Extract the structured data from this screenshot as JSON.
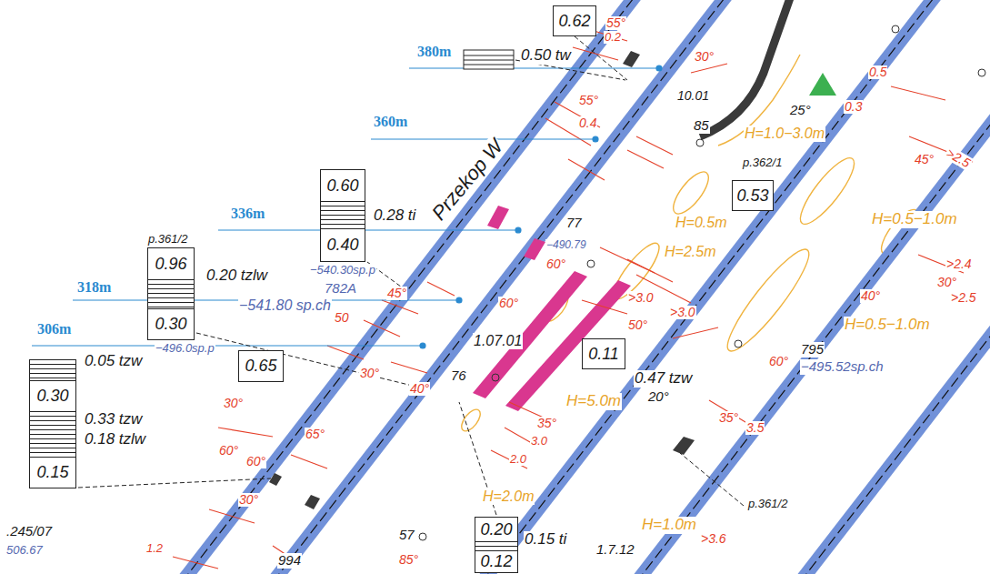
{
  "diagram": {
    "nodes": [
      {
        "text": [
          "0.62"
        ]
      },
      {
        "text": [
          "0.53"
        ]
      },
      {
        "text": [
          "p.361/2",
          "0.96",
          "0.30"
        ]
      },
      {
        "text": [
          "0.60",
          "0.40"
        ]
      },
      {
        "text": [
          "0.65"
        ]
      },
      {
        "text": [
          "0.11"
        ]
      },
      {
        "text": [
          "0.20",
          "0.12"
        ]
      },
      {
        "text": [
          "0.30",
          "0.15"
        ]
      }
    ],
    "labels": [
      "380m",
      "0.50 tw",
      "55°",
      "0.2",
      "55°",
      "0.4",
      "30°",
      "10.01",
      "85",
      "25°",
      "0.5",
      "0.3",
      "H=1.0−3.0m",
      "p.362/1",
      "45°",
      ">2.5",
      "360m",
      "Przekop W",
      "0.28 ti",
      "336m",
      "0.20 tzlw",
      "−540.30sp.p",
      "318m",
      "782A",
      "−541.80 sp.ch",
      "−496.0sp.p",
      "77",
      "−490.79",
      "60°",
      "H=0.5m",
      "H=2.5m",
      "H=0.5−1.0m",
      ">2.4",
      "30°",
      ">2.5",
      "40°",
      "H=0.5−1.0m",
      "60°",
      "795",
      "−495.52sp.ch",
      ">3.0",
      ">3.0",
      "50°",
      "60°",
      "45°",
      "50",
      "306m",
      "0.05 tzw",
      "0.33 tzw",
      "0.18 tzlw",
      "1.07.01",
      "76",
      "40°",
      "30°",
      "0.47 tzw",
      "20°",
      "H=5.0m",
      "35°",
      "3.0",
      "2.0",
      "35°",
      "3.5",
      "p.361/2",
      ">3.6",
      "H=2.0m",
      "H=1.0m",
      "0.15 ti",
      "1.7.12",
      "57",
      "994",
      "85°",
      "65°",
      "60°",
      "60°",
      "30°",
      ".245/07",
      "506.67",
      "1.2",
      "30°"
    ]
  }
}
